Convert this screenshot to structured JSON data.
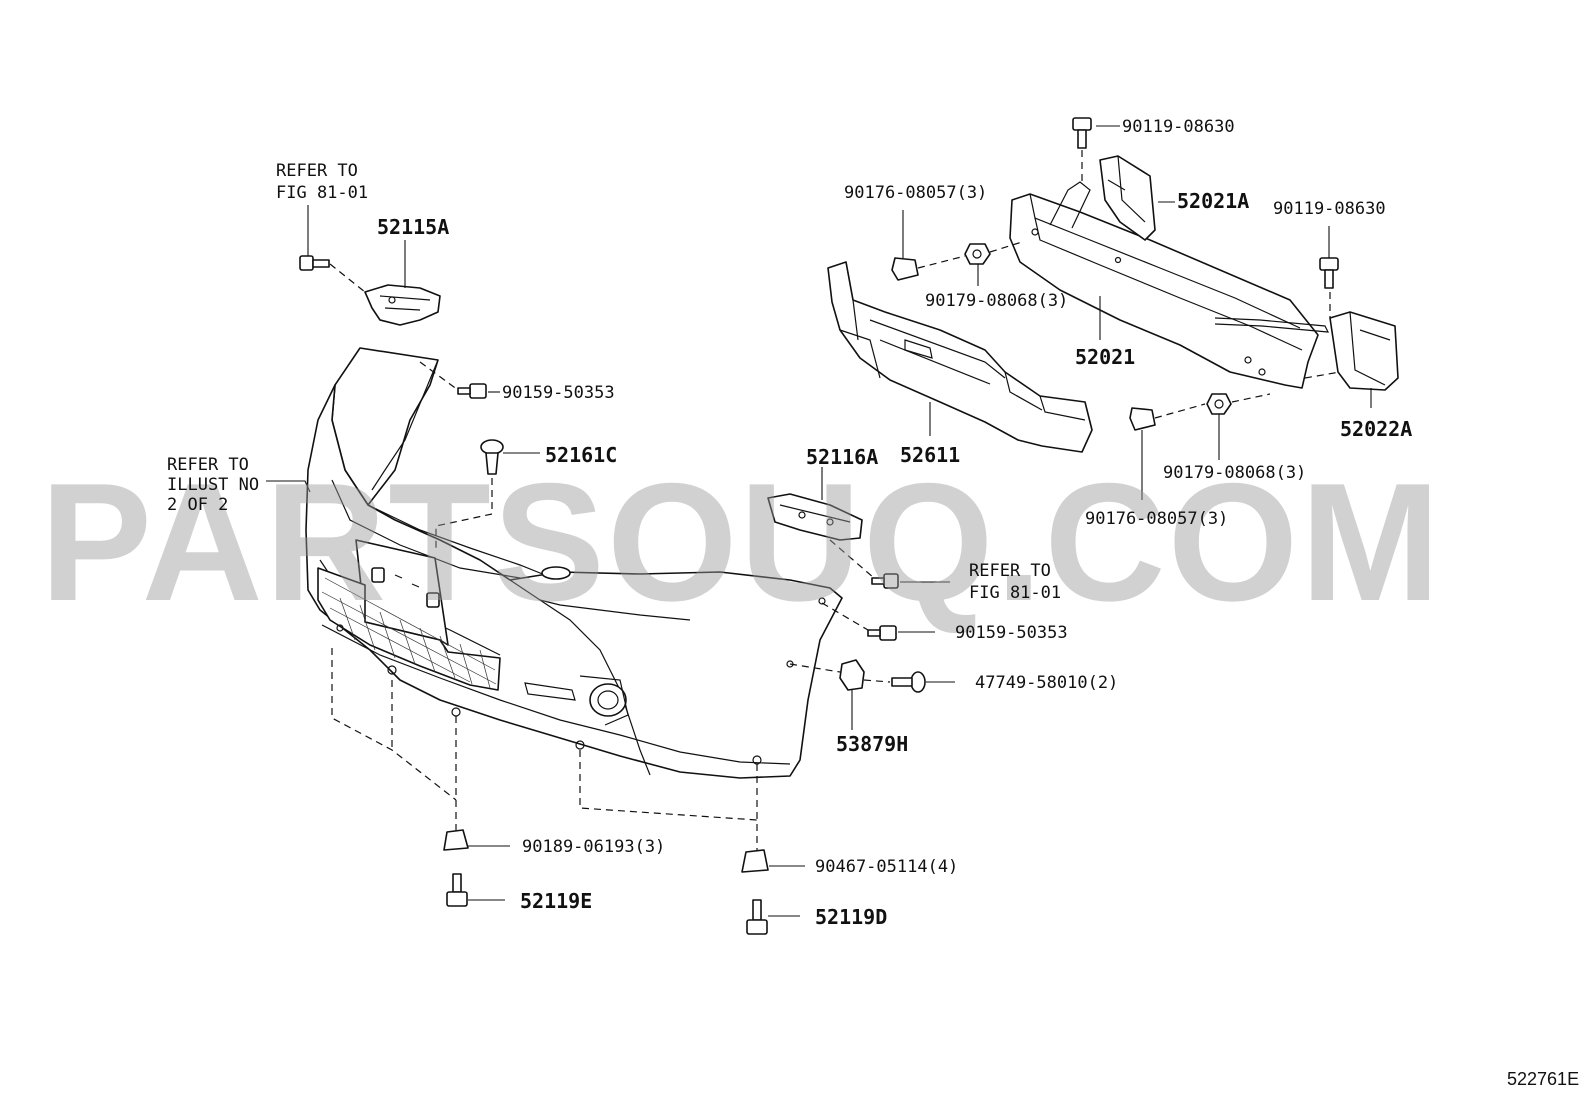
{
  "watermark": "PARTSOUQ.COM",
  "figure_code": "522761E",
  "labels": {
    "bolt_top_right_1": "90119-08630",
    "bolt_top_right_2": "90119-08630",
    "clip_left_top": "90176-08057(3)",
    "nut_left_top": "90179-08068(3)",
    "retainer_right": "52021A",
    "reinforcement": "52021",
    "absorber": "52611",
    "retainer_left_end": "52022A",
    "nut_right_bottom": "90179-08068(3)",
    "clip_right_bottom": "90176-08057(3)",
    "refer_fig_top_1": "REFER TO",
    "refer_fig_top_2": "FIG 81-01",
    "support_left": "52115A",
    "screw_upper_left": "90159-50353",
    "clip_upper": "52161C",
    "refer_illust_1": "REFER TO",
    "refer_illust_2": "ILLUST NO",
    "refer_illust_3": "2 OF 2",
    "support_right": "52116A",
    "refer_fig_mid_1": "REFER TO",
    "refer_fig_mid_2": "FIG 81-01",
    "screw_lower_right": "90159-50353",
    "rivet": "47749-58010(2)",
    "seal_bracket": "53879H",
    "nut_bottom_left": "90189-06193(3)",
    "screw_bottom_left": "52119E",
    "nut_bottom_center": "90467-05114(4)",
    "screw_bottom_center": "52119D"
  }
}
